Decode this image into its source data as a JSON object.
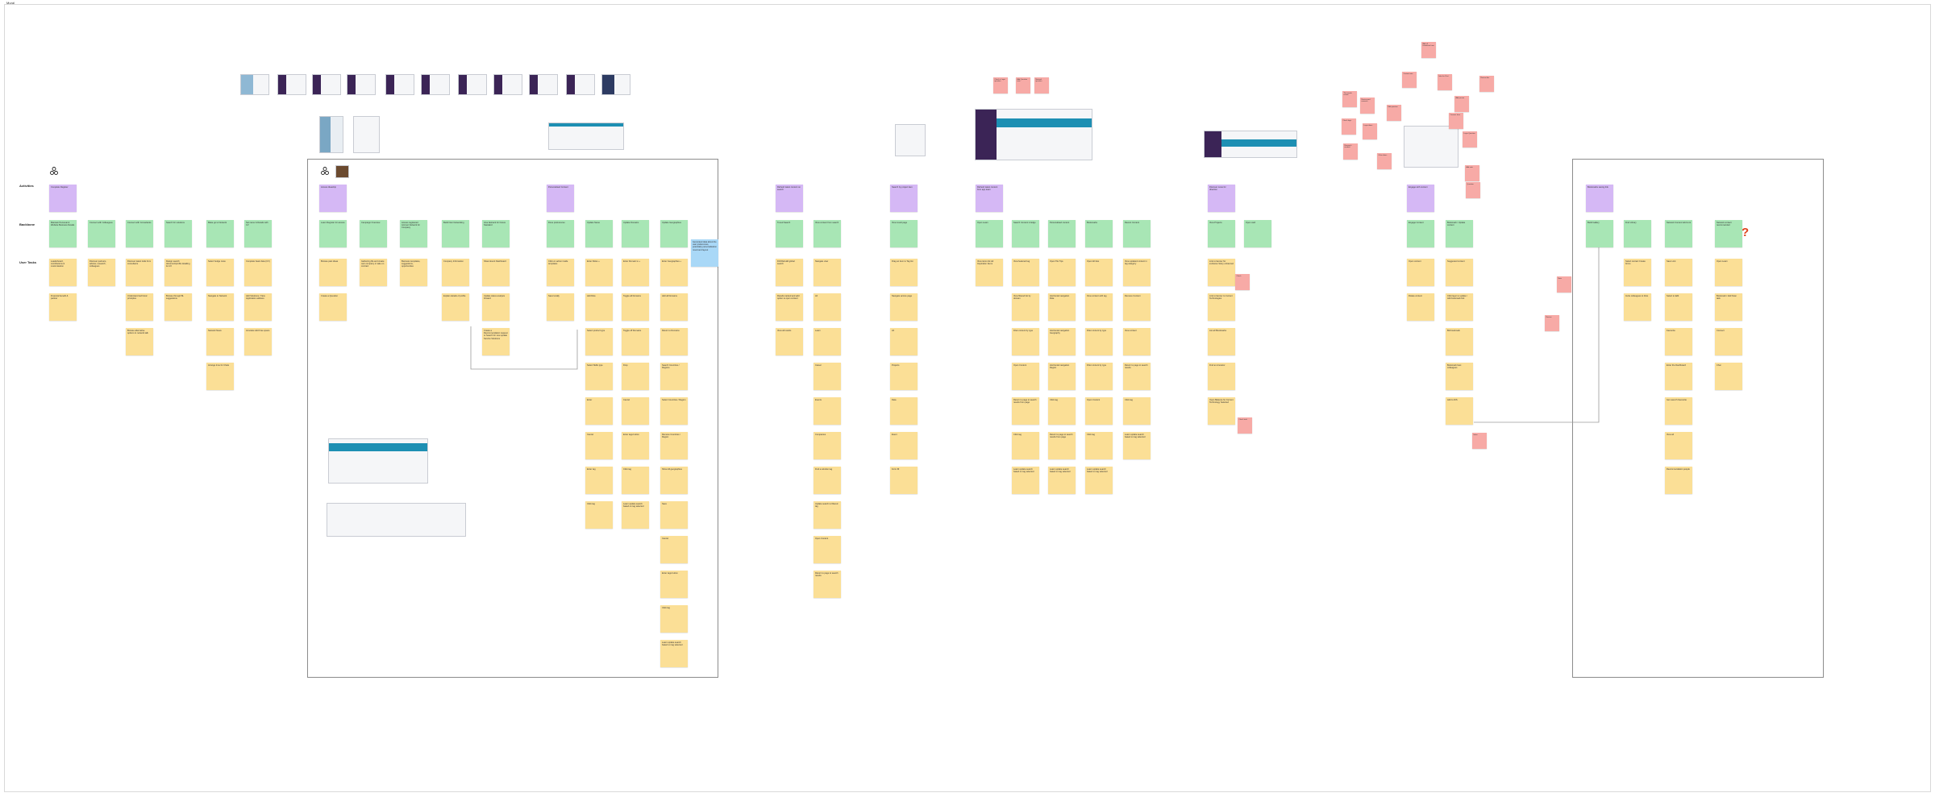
{
  "board": {
    "title": "Mural"
  },
  "row_labels": {
    "activities": "Activities",
    "backbone": "Backbone",
    "user_tasks": "User Tasks"
  },
  "colors": {
    "activity": "#d5b8f5",
    "backbone": "#a8e6b5",
    "task": "#fbdf96",
    "comment": "#f7aaa6",
    "note": "#a9d8f7",
    "question": "#e0431c"
  },
  "persona_icons": [
    "persona-icon",
    "persona-icon"
  ],
  "question_mark": "?",
  "columns": {
    "c1": {
      "activity": "Complete Register",
      "backbone": [
        "Maintain Personal & Website Business Details",
        "Connect with Colleagues",
        "Connect with Consultants",
        "Search for solutions",
        "Make go to Network",
        "Set name & Details with CV"
      ],
      "tasks": [
        [
          "Leaderboard, contributions & customisation",
          "Financial benefit & partner"
        ],
        [
          "Discover partners, advisor, research, colleagues"
        ],
        [
          "Discover latest trails from consultants",
          "Understand technical principles",
          "Browse alternative options to network talk"
        ],
        [
          "Design search document/profile detailing its UX",
          "Browse through Bi-suggestions"
        ],
        [
          "Select hedge route",
          "Navigate to Network",
          "Network News",
          "Arrange time for Chats"
        ],
        [
          "Complete basic data (CV)",
          "Add Solutions / View Application address",
          "Annotate Add Free space"
        ]
      ]
    },
    "c2": {
      "activity": "Access Ideaship",
      "backbone": [
        "Learn Register for access",
        "Campaign Overview",
        "Access registered Accruer Network for Company",
        "Build Own Networking",
        "Give fastrack for Future Standard"
      ],
      "tasks": [
        [
          "Browse past ideas",
          "Create a Question"
        ],
        [
          "Gathering life and create own company or take on contract"
        ],
        [
          "Business templates, suggestions, opportunities"
        ],
        [
          "Company Information",
          "Explain details of profile"
        ],
        [
          "Share Event Dashboard",
          "Update status analysis forward",
          "Create a Recommendation request or Search for new update Service Solutions"
        ]
      ]
    },
    "c3": {
      "activity": "Personalised Content",
      "backbone": [
        "Done preferences",
        "Update Name",
        "Update Domains",
        "Update Geographies"
      ],
      "note": "Generated data about the user preferences, potentially personalisation mood and layout",
      "tasks": [
        [
          "Click on action inside templates",
          "Save locally"
        ],
        [
          "Enter Roles +",
          "Add Role",
          "Select product type",
          "Select Skills type",
          "Enter",
          "Cancel",
          "Enter tag",
          "Click tag"
        ],
        [
          "Enter Domain to +",
          "Toggle all Domains",
          "Toggle off Domains",
          "Drop",
          "Cancel",
          "Enter tags button",
          "Click tag",
          "Learn update search based on tag selected"
        ],
        [
          "Enter Geographies +",
          "Add all Domains",
          "Return to Domains",
          "Search Countries / Regions",
          "Select Countries / Region",
          "Remove Countries / Region",
          "Show All geographies",
          "Save",
          "Cancel",
          "Enter tags button",
          "Click tag",
          "Learn update search based on tag selected"
        ]
      ]
    },
    "c4": {
      "activity": "Refresh latest content on search",
      "backbone": [
        "Tuned Search",
        "View content from search"
      ],
      "tasks": [
        [
          "Drill Rebuild global search",
          "Results ranked and add option to open content",
          "View all results"
        ],
        [
          "Navigate view",
          "All",
          "Learn",
          "Career",
          "Events",
          "Companies",
          "Find a solution tag",
          "Update search to filtered tag",
          "Open Content",
          "Return to page to search results"
        ]
      ]
    },
    "c5": {
      "activity": "Search by project item",
      "backbone": [
        "View result page"
      ],
      "tasks": [
        [
          "Drag an item to Tag list",
          "Navigate across page",
          "All",
          "Projects",
          "Data",
          "Event",
          "Form fill"
        ]
      ]
    },
    "c6": {
      "activity": "Refresh latest content from app learn",
      "backbone": [
        "Open Learn",
        "Search Content in Edge",
        "Personalised content",
        "Bookmarks",
        "Recent Content"
      ],
      "tasks": [
        [
          "View items list Ad Inspiration Items"
        ],
        [
          "View featured tag",
          "View filtered list by domain",
          "Filter content by type",
          "Open Content",
          "Return to page to search results from page",
          "Click tag",
          "Learn update search based on tag selected"
        ],
        [
          "Open Tile Tips",
          "Horizontal navigation Role",
          "Horizontal navigation Geography",
          "Horizontal navigation Region",
          "Click tag",
          "Return to page to search results from page",
          "Learn update search based on tag selected"
        ],
        [
          "Open All tiles",
          "View content with tag",
          "Filter content by type",
          "Filter content by type",
          "Open Content",
          "Click tag",
          "Learn update search based on tag selected"
        ],
        [
          "View updated content in tag category",
          "Remove Content",
          "View content",
          "Return to page to search results",
          "Click tag",
          "Learn update search based on tag selected"
        ]
      ]
    },
    "c7": {
      "activity": "Discover news for direction",
      "backbone": [
        "View Projects",
        "Open card"
      ],
      "tasks": [
        [
          "Link to banner for exclusive Solvy enhanced",
          "Link to banner to Current Technologies",
          "List all Bookmarks",
          "Find an Ancestor",
          "Open Balance for Current Technology Selected"
        ]
      ]
    },
    "c8": {
      "activity": "Engage with content",
      "backbone": [
        "Engage Content",
        "Bookmark / Update content"
      ],
      "tasks": [
        [
          "Open content",
          "Rotate content"
        ],
        [
          "Suggested content",
          "Click layer to update / Add bookmark link",
          "Bid bookmark",
          "Bookmark best colleagues",
          "Add to DIS"
        ]
      ]
    },
    "c9": {
      "activity": "Bookmarks saving link",
      "backbone": [
        "Build Gallery",
        "Find Library",
        "Network Content Add Link",
        "Network contact recommended"
      ],
      "tasks": [
        [],
        [
          "Select contact Create forms",
          "Invite colleagues to links"
        ],
        [
          "Save Link",
          "Select to Edit",
          "Favourite",
          "Enter the Dashboard",
          "Get Launch Favourite",
          "View all",
          "Recommendation people"
        ],
        [
          "Open Learn",
          "Bookmark / Add Scan task",
          "Connect",
          "Chat"
        ]
      ]
    },
    "comments": [
      "Check a Layer question",
      "Add Question note",
      "Network question",
      "Add all comments here",
      "This needs review",
      "Review and research",
      "Content note",
      "Idea for Chat",
      "Edit question",
      "Add person",
      "Review this",
      "Connect here",
      "Layer ideas",
      "Check logic",
      "Research needed",
      "Other ideas",
      "Add note",
      "Question",
      "Layer Question",
      "Check",
      "Check task",
      "Ideas",
      "Review",
      "Note"
    ]
  }
}
